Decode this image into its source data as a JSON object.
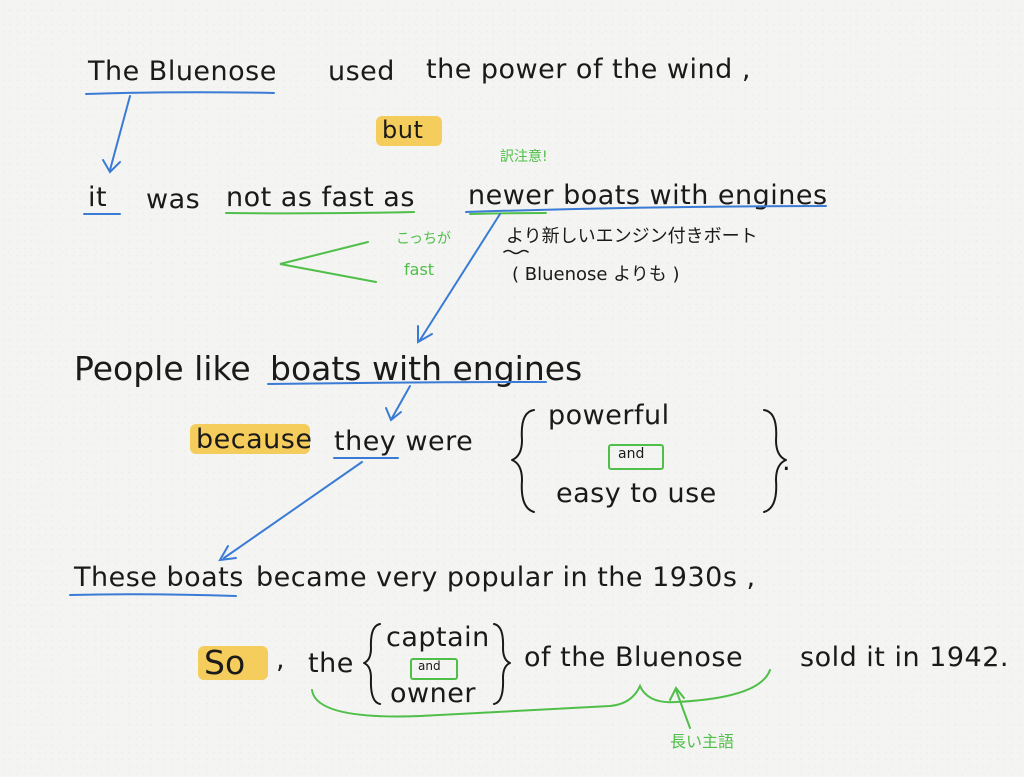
{
  "line1": {
    "the_bluenose": "The Bluenose",
    "used": "used",
    "rest": "the power of the wind ,"
  },
  "connector_but": "but",
  "note_yakuchui": "訳注意!",
  "line2": {
    "it": "it",
    "was": "was",
    "not_as_fast_as": "not as fast as",
    "newer_boats": "newer boats with engines"
  },
  "compare_note": {
    "line1": "こっちが",
    "line2": "fast"
  },
  "jp_gloss": {
    "line1": "より新しいエンジン付きボート",
    "line2": "( Bluenose よりも )"
  },
  "line3": {
    "people_like": "People like",
    "boats_with_engines": "boats with engines"
  },
  "line4": {
    "because": "because",
    "they_were": "they were",
    "powerful": "powerful",
    "and": "and",
    "easy_to_use": "easy to use",
    "period": "."
  },
  "line5": {
    "these_boats": "These boats",
    "rest": "became very popular   in the 1930s ,"
  },
  "line6": {
    "so": "So",
    "comma": ",",
    "the": "the",
    "captain": "captain",
    "and": "and",
    "owner": "owner",
    "of_the_bluenose": "of the Bluenose",
    "sold": "sold it in 1942."
  },
  "note_long_subject": "長い主語",
  "colors": {
    "blue": "#3a7bd5",
    "green": "#4fbf49",
    "highlight": "#f4c542"
  }
}
